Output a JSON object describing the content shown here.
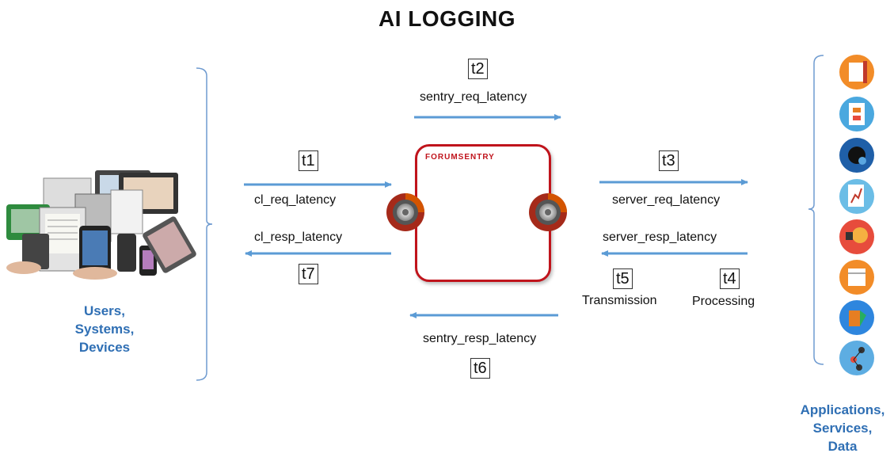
{
  "title": "AI LOGGING",
  "left_group": {
    "label_lines": [
      "Users,",
      "Systems,",
      "Devices"
    ]
  },
  "right_group": {
    "label_lines": [
      "Applications,",
      "Services,",
      "Data"
    ]
  },
  "gateway": {
    "brand": "FORUMSENTRY"
  },
  "timings": {
    "t1": {
      "tag": "t1",
      "metric": "cl_req_latency"
    },
    "t2": {
      "tag": "t2",
      "metric": "sentry_req_latency"
    },
    "t3": {
      "tag": "t3",
      "metric": "server_req_latency"
    },
    "t4": {
      "tag": "t4",
      "metric": "server_resp_latency",
      "caption": "Processing"
    },
    "t5": {
      "tag": "t5",
      "caption": "Transmission"
    },
    "t6": {
      "tag": "t6",
      "metric": "sentry_resp_latency"
    },
    "t7": {
      "tag": "t7",
      "metric": "cl_resp_latency"
    }
  },
  "colors": {
    "arrow": "#5b9bd5",
    "accent_blue": "#2f6fb4",
    "gateway_red": "#c0141c",
    "bracket": "#6f9bd0"
  },
  "app_icons": [
    "document-icon",
    "cabinet-icon",
    "camera-icon",
    "chart-icon",
    "lightbulb-icon",
    "calendar-icon",
    "folder-icon",
    "network-icon"
  ]
}
